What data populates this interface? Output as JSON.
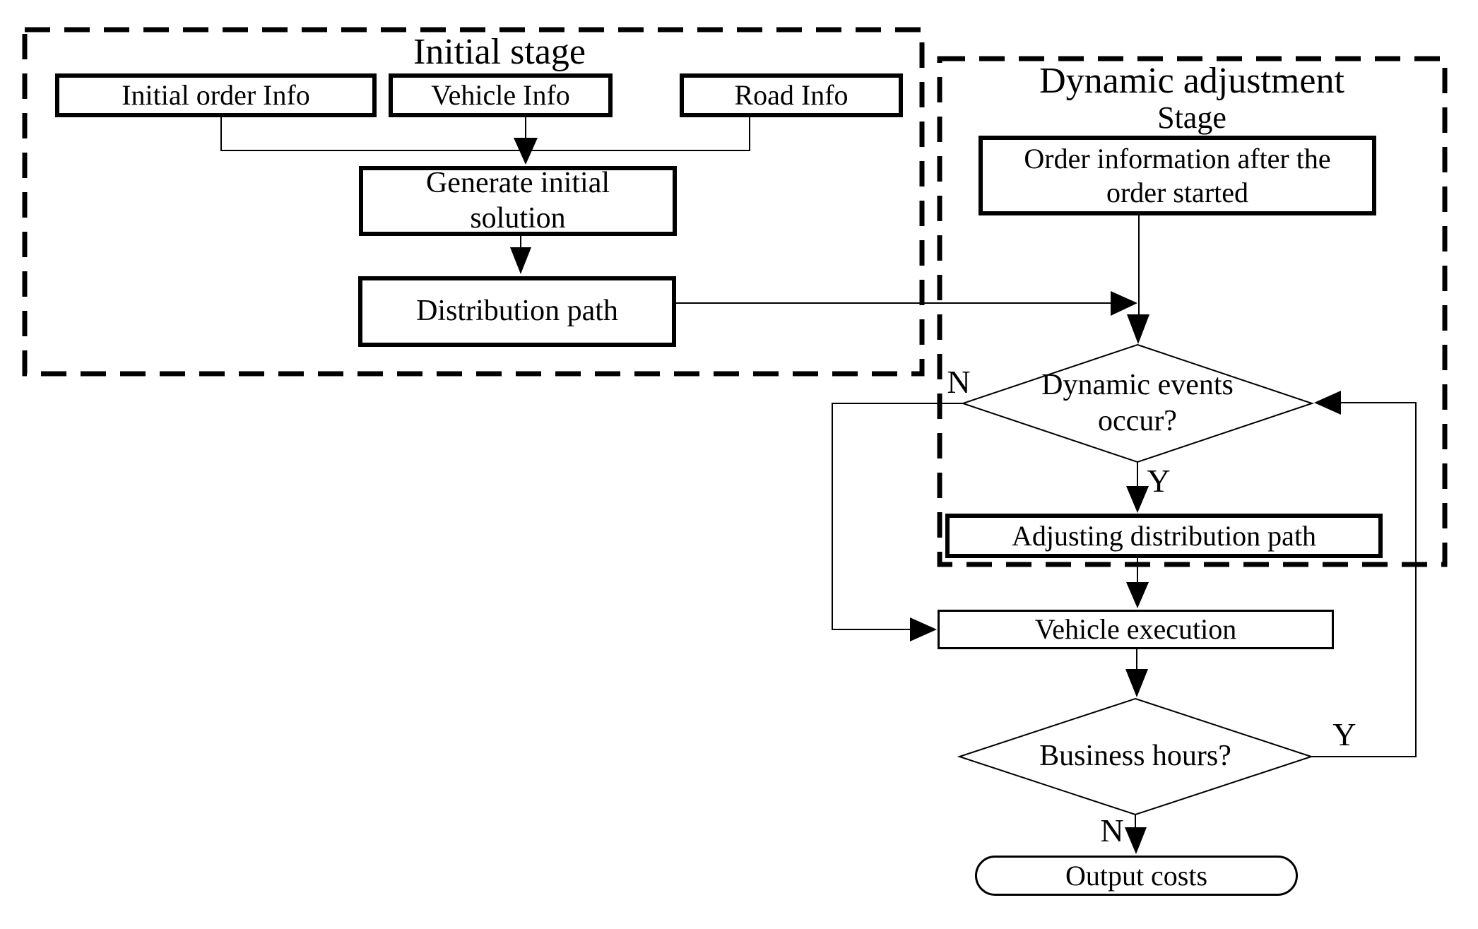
{
  "colors": {
    "ink": "#000000",
    "paper": "#ffffff"
  },
  "initial_stage": {
    "title": "Initial stage",
    "initial_order_info": "Initial order Info",
    "vehicle_info": "Vehicle Info",
    "road_info": "Road Info",
    "generate": [
      "Generate initial",
      "solution"
    ],
    "distribution_path": "Distribution path"
  },
  "dynamic_stage": {
    "title": [
      "Dynamic adjustment",
      "Stage"
    ],
    "order_info": [
      "Order information after the",
      "order started"
    ],
    "dynamic_events": [
      "Dynamic events",
      "occur?"
    ],
    "adjusting": "Adjusting distribution path",
    "vehicle_execution": "Vehicle execution",
    "business_hours": "Business hours?",
    "output_costs": "Output costs"
  },
  "edge_labels": {
    "dynamic_events_no": "N",
    "dynamic_events_yes": "Y",
    "business_hours_yes": "Y",
    "business_hours_no": "N"
  }
}
